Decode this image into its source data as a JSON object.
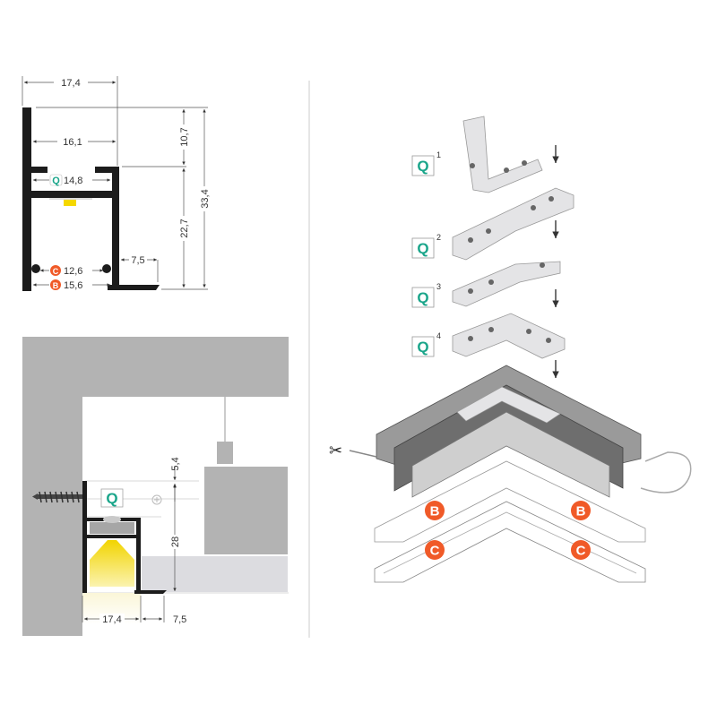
{
  "colors": {
    "profile": "#1c1c1c",
    "wall": "#b3b3b3",
    "accent_q": "#1aa58a",
    "accent_bc": "#f05a28",
    "led": "#f5d800"
  },
  "profile_drawing": {
    "width_total": "17,4",
    "width_inner": "16,1",
    "width_q": "14,8",
    "width_c": "12,6",
    "width_b": "15,6",
    "flange": "7,5",
    "height_top": "10,7",
    "height_body": "22,7",
    "height_total": "33,4",
    "label_q": "Q",
    "label_c": "C",
    "label_b": "B"
  },
  "install_drawing": {
    "gap": "5,4",
    "height": "28",
    "width": "17,4",
    "flange": "7,5",
    "label_q": "Q"
  },
  "assembly": {
    "steps": [
      {
        "label": "Q",
        "index": "1"
      },
      {
        "label": "Q",
        "index": "2"
      },
      {
        "label": "Q",
        "index": "3"
      },
      {
        "label": "Q",
        "index": "4"
      }
    ],
    "covers": [
      {
        "label": "B"
      },
      {
        "label": "B"
      },
      {
        "label": "C"
      },
      {
        "label": "C"
      }
    ]
  }
}
